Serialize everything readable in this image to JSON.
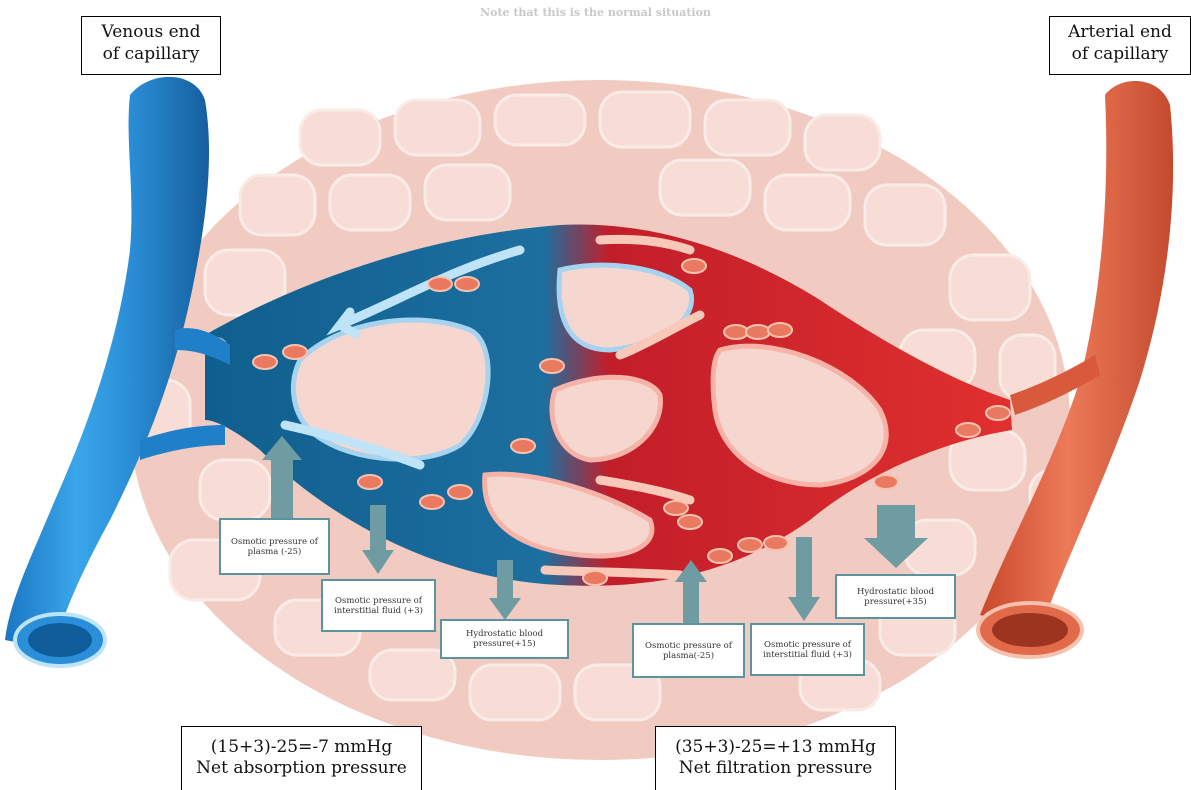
{
  "note": "Note that this is the normal situation",
  "venous_label": [
    "Venous end",
    "of capillary"
  ],
  "arterial_label": [
    "Arterial end",
    "of capillary"
  ],
  "pressure_labels": {
    "venous_osmotic_plasma": "Osmotic pressure of plasma (-25)",
    "venous_osmotic_interstitial": "Osmotic pressure of interstitial fluid (+3)",
    "venous_hydrostatic": "Hydrostatic blood pressure(+15)",
    "arterial_osmotic_plasma": "Osmotic pressure of plasma(-25)",
    "arterial_osmotic_interstitial": "Osmotic pressure of interstitial fluid (+3)",
    "arterial_hydrostatic": "Hydrostatic blood pressure(+35)"
  },
  "absorption": {
    "equation": "(15+3)-25=-7 mmHg",
    "label": "Net absorption pressure"
  },
  "filtration": {
    "equation": "(35+3)-25=+13 mmHg",
    "label": "Net filtration pressure"
  },
  "colors": {
    "tissue": "#f2cfc6",
    "cell_fill": "#f7ddd6",
    "vein": "#2b8fd8",
    "vein_dark": "#0a5f93",
    "capillary_venous": "#1f6f9c",
    "capillary_arterial": "#d8222a",
    "artery": "#e0603f",
    "arrow_gray": "#6f9ba3"
  }
}
